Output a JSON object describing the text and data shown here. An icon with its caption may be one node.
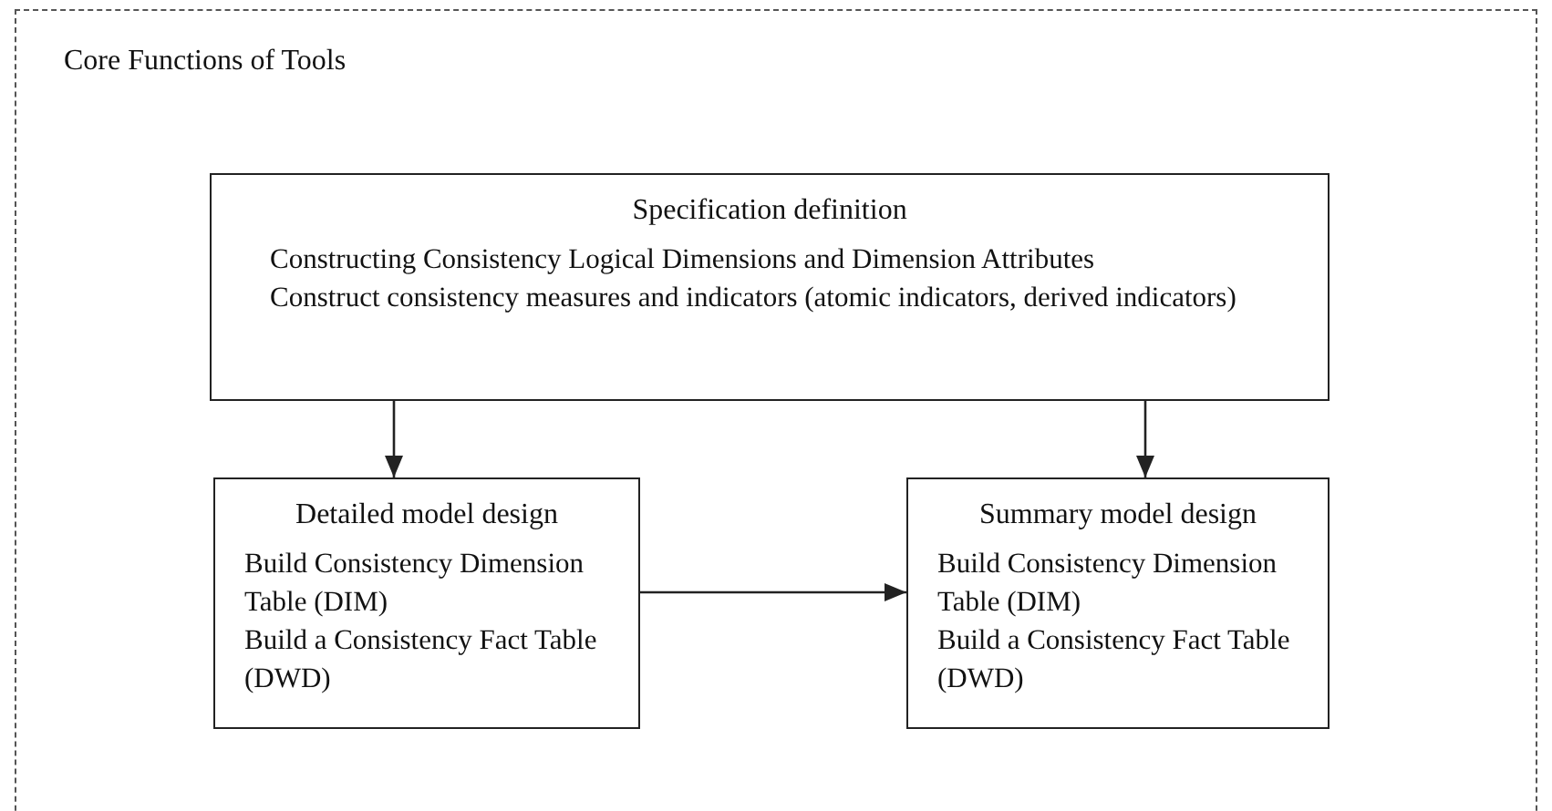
{
  "diagram": {
    "nodes": [
      {
        "text": [
          "Core Functions of Tools"
        ]
      },
      {
        "text": [
          "Specification definition",
          "Constructing Consistency Logical Dimensions and Dimension Attributes",
          "Construct consistency measures and indicators (atomic indicators, derived indicators)"
        ],
        "in": 0
      },
      {
        "text": [
          "Detailed model design",
          "Build Consistency Dimension Table (DIM)",
          "Build a Consistency Fact Table (DWD)"
        ],
        "in": 0
      },
      {
        "text": [
          "Summary model design",
          "Build Consistency Dimension Table (DIM)",
          "Build a Consistency Fact Table (DWD)"
        ],
        "in": 0
      }
    ],
    "edges": [
      {
        "from": 1,
        "to": 2,
        "arrow": "to"
      },
      {
        "from": 1,
        "to": 3,
        "arrow": "to"
      },
      {
        "from": 2,
        "to": 3,
        "arrow": "to"
      }
    ]
  }
}
